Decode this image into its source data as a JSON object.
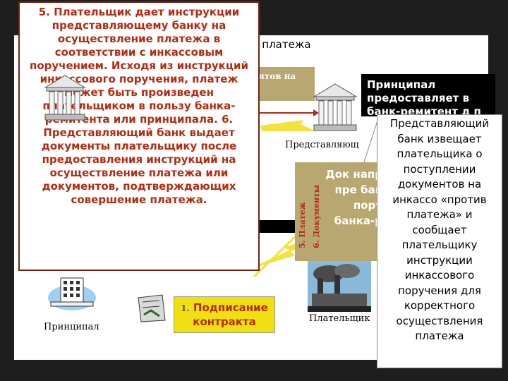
{
  "heading": "отив платежа",
  "bar_text": "нтов на",
  "step5_text": "5. Плательщик дает инструкции представляющему банку на осуществление платежа в соответствии с инкассовым поручением. Исходя из инструкций инкассового поручения, платеж может быть произведен плательщиком в пользу банка-ремитента или принципала. 6. Представляющий банк выдает документы плательщику после предоставления инструкций на осуществление платежа или документов, подтверждающих совершение платежа.",
  "principal_text": "Принципал предоставляет в банк-ремитент д п и",
  "presenting_label": "Представляющ",
  "docs_text": "Док напр пре бан пору банка-р",
  "side_labels": {
    "left": "5. Платеж",
    "right": "6. Документы"
  },
  "step4_text": "Представляющий банк извещает плательщика о поступлении документов на инкассо «против платежа» и сообщает плательщику инструкции инкассового поручения для корректного осуществления платежа",
  "contract": {
    "number": "1.",
    "label": "Подписание контракта"
  },
  "captions": {
    "principal": "Принципал",
    "payer": "Плательщик"
  },
  "colors": {
    "gold": "#b8a770",
    "red_text": "#b52a11",
    "yellow": "#f0e010",
    "dark": "#1e1e1e"
  },
  "icons": [
    "bank-icon",
    "bank-icon",
    "factory-icon",
    "office-building-icon",
    "handshake-icon"
  ]
}
